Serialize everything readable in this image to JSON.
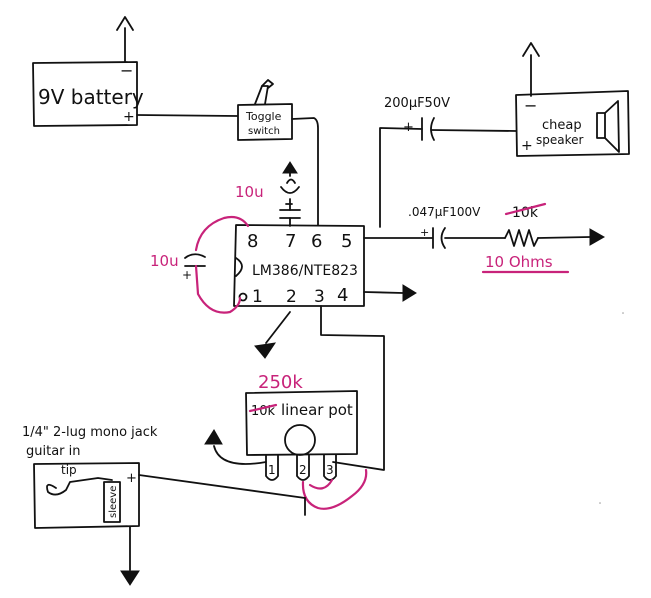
{
  "battery": {
    "label": "9V battery",
    "minus": "−",
    "plus": "+"
  },
  "toggle": {
    "line1": "Toggle",
    "line2": "switch"
  },
  "cap_out": {
    "label": "200µF50V",
    "plus": "+"
  },
  "speaker": {
    "line1": "cheap",
    "line2": "speaker",
    "minus": "−",
    "plus": "+"
  },
  "cap_pin7": {
    "label": "10u"
  },
  "cap_pin18": {
    "label": "10u",
    "plus": "+"
  },
  "cap_zobel": {
    "label": ".047µF100V",
    "plus": "+"
  },
  "resistor": {
    "old_value": "10k",
    "new_value": "10 Ohms"
  },
  "ic": {
    "label": "LM386/NTE823",
    "top_pins": [
      "8",
      "7",
      "6",
      "5"
    ],
    "bottom_pins": [
      "1",
      "2",
      "3",
      "4"
    ]
  },
  "pot": {
    "old_value": "10k",
    "new_value": "250k",
    "label": "linear pot",
    "pins": [
      "1",
      "2",
      "3"
    ]
  },
  "jack": {
    "line1": "1/4\" 2-lug mono jack",
    "line2": "guitar in",
    "tip": "tip",
    "sleeve": "sleeve",
    "plus": "+"
  }
}
